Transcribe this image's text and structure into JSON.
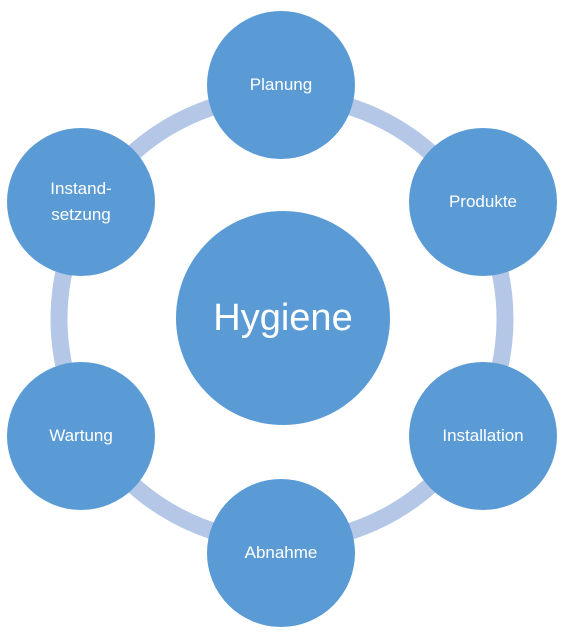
{
  "diagram": {
    "center_label": "Hygiene",
    "nodes": [
      {
        "label": "Planung"
      },
      {
        "label": "Produkte"
      },
      {
        "label": "Installation"
      },
      {
        "label": "Abnahme"
      },
      {
        "label": "Wartung"
      },
      {
        "label": "Instand-\nsetzung"
      }
    ],
    "colors": {
      "node_fill": "#5b9bd5",
      "ring": "#b4c7e7",
      "text": "#ffffff"
    }
  }
}
